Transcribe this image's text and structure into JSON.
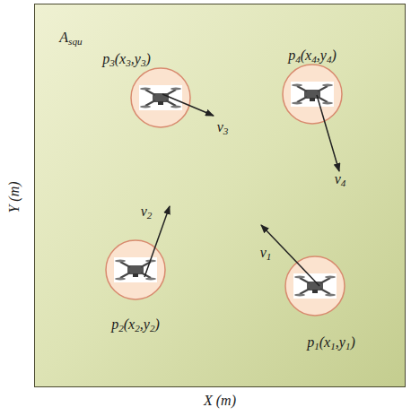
{
  "diagram": {
    "nodes": [
      {
        "text": [
          "Asqu"
        ]
      },
      {
        "text": [
          "p3(x3,y3)"
        ],
        "in": 0
      },
      {
        "text": [
          "p4(x4,y4)"
        ],
        "in": 0
      },
      {
        "text": [
          "p2(x2,y2)"
        ],
        "in": 0
      },
      {
        "text": [
          "p1(x1,y1)"
        ],
        "in": 0
      }
    ],
    "edges": [],
    "labels": [
      "v3",
      "v2",
      "v4",
      "v1",
      "X (m)",
      "Y (m)"
    ]
  }
}
